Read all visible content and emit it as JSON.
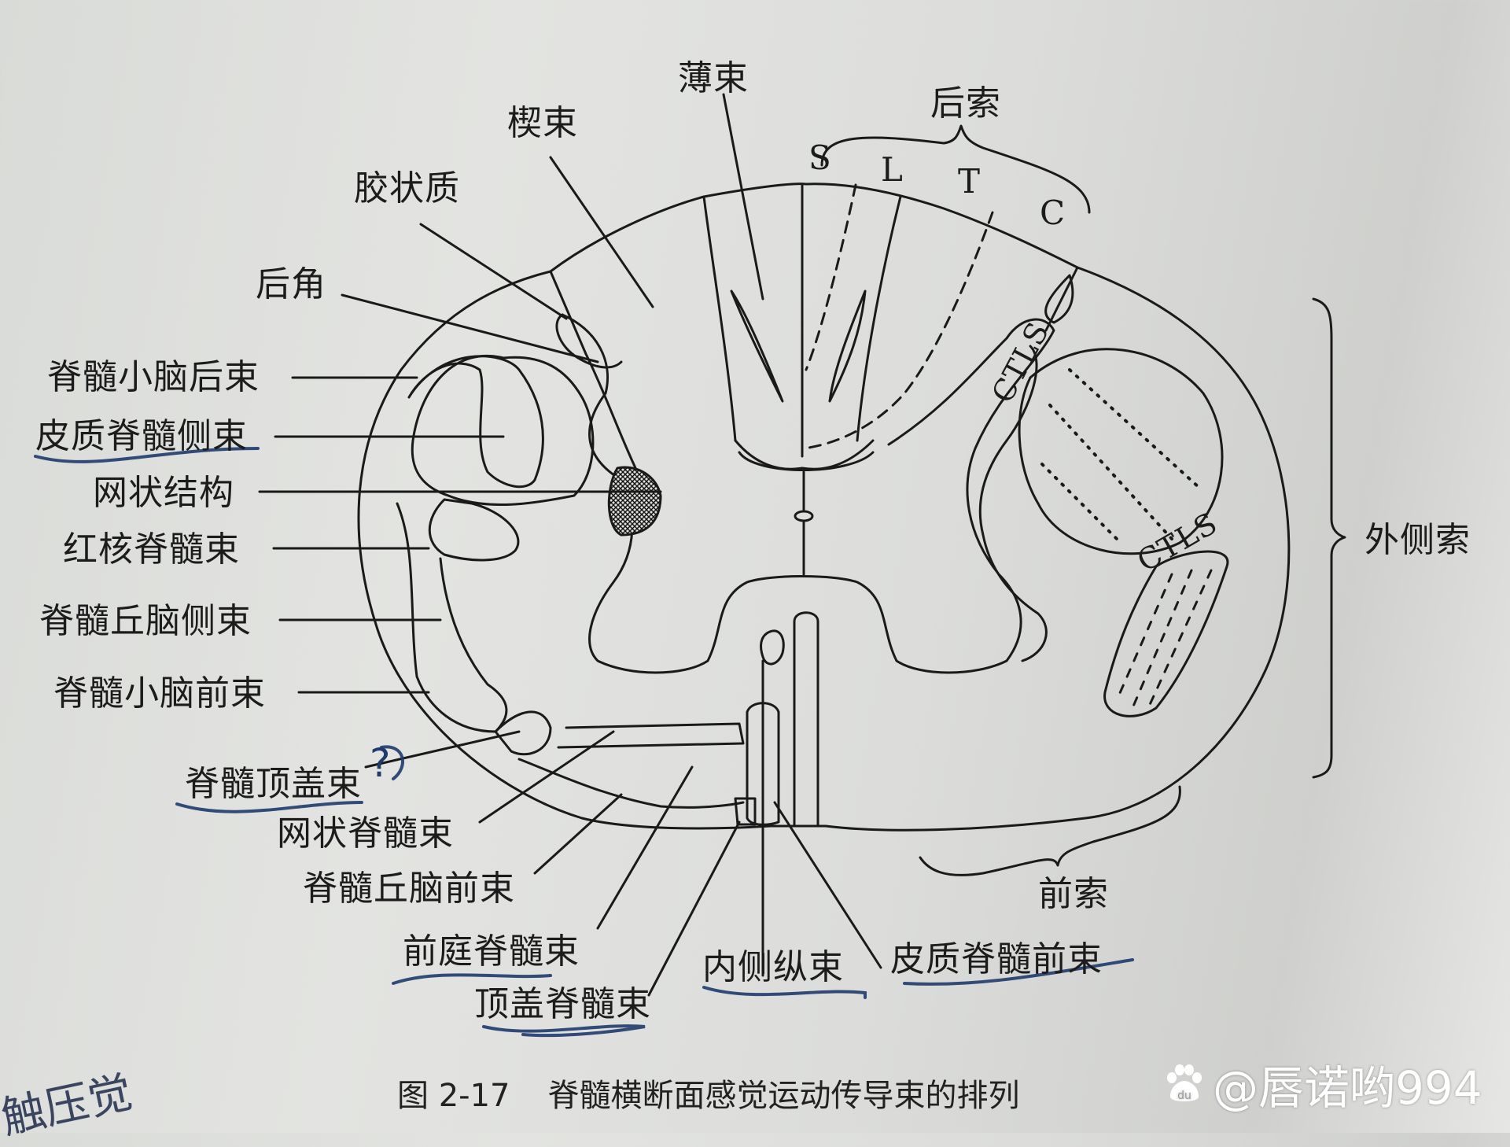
{
  "figure": {
    "caption_number": "图 2-17",
    "caption_title": "脊髓横断面感觉运动传导束的排列"
  },
  "labels": {
    "top": [
      {
        "id": "fasciculus-gracilis",
        "text": "薄束"
      },
      {
        "id": "fasciculus-cuneatus",
        "text": "楔束"
      },
      {
        "id": "substantia-gelatinosa",
        "text": "胶状质"
      },
      {
        "id": "posterior-horn",
        "text": "后角"
      },
      {
        "id": "posterior-funiculus",
        "text": "后索"
      }
    ],
    "segments_posterior": [
      "S",
      "L",
      "T",
      "C"
    ],
    "left": [
      {
        "id": "posterior-spinocerebellar",
        "text": "脊髓小脑后束",
        "underlined": false
      },
      {
        "id": "lateral-corticospinal",
        "text": "皮质脊髓侧束",
        "underlined": true
      },
      {
        "id": "reticular-formation",
        "text": "网状结构",
        "underlined": false
      },
      {
        "id": "rubrospinal",
        "text": "红核脊髓束",
        "underlined": false
      },
      {
        "id": "lateral-spinothalamic",
        "text": "脊髓丘脑侧束",
        "underlined": false
      },
      {
        "id": "anterior-spinocerebellar",
        "text": "脊髓小脑前束",
        "underlined": false
      }
    ],
    "bottom": [
      {
        "id": "spinotectal",
        "text": "脊髓顶盖束",
        "underlined": true,
        "annotation": "?"
      },
      {
        "id": "reticulospinal",
        "text": "网状脊髓束",
        "underlined": false
      },
      {
        "id": "anterior-spinothalamic",
        "text": "脊髓丘脑前束",
        "underlined": false
      },
      {
        "id": "vestibulospinal",
        "text": "前庭脊髓束",
        "underlined": true
      },
      {
        "id": "tectospinal",
        "text": "顶盖脊髓束",
        "underlined": true
      },
      {
        "id": "medial-longitudinal",
        "text": "内侧纵束",
        "underlined": true
      },
      {
        "id": "anterior-corticospinal",
        "text": "皮质脊髓前束",
        "underlined": true
      }
    ],
    "right": [
      {
        "id": "lateral-funiculus",
        "text": "外侧索"
      },
      {
        "id": "anterior-funiculus",
        "text": "前索"
      }
    ],
    "ctls_upper": "CTLS",
    "ctls_lower": "CTLS"
  },
  "handwriting": {
    "bottom_left": "触压觉"
  },
  "watermark": {
    "icon": "baidu-paw-icon",
    "text": "@唇诺哟994"
  },
  "colors": {
    "ink": "#1a1a1a",
    "pen": "#1f3a6b",
    "paper": "#dedfdc"
  }
}
